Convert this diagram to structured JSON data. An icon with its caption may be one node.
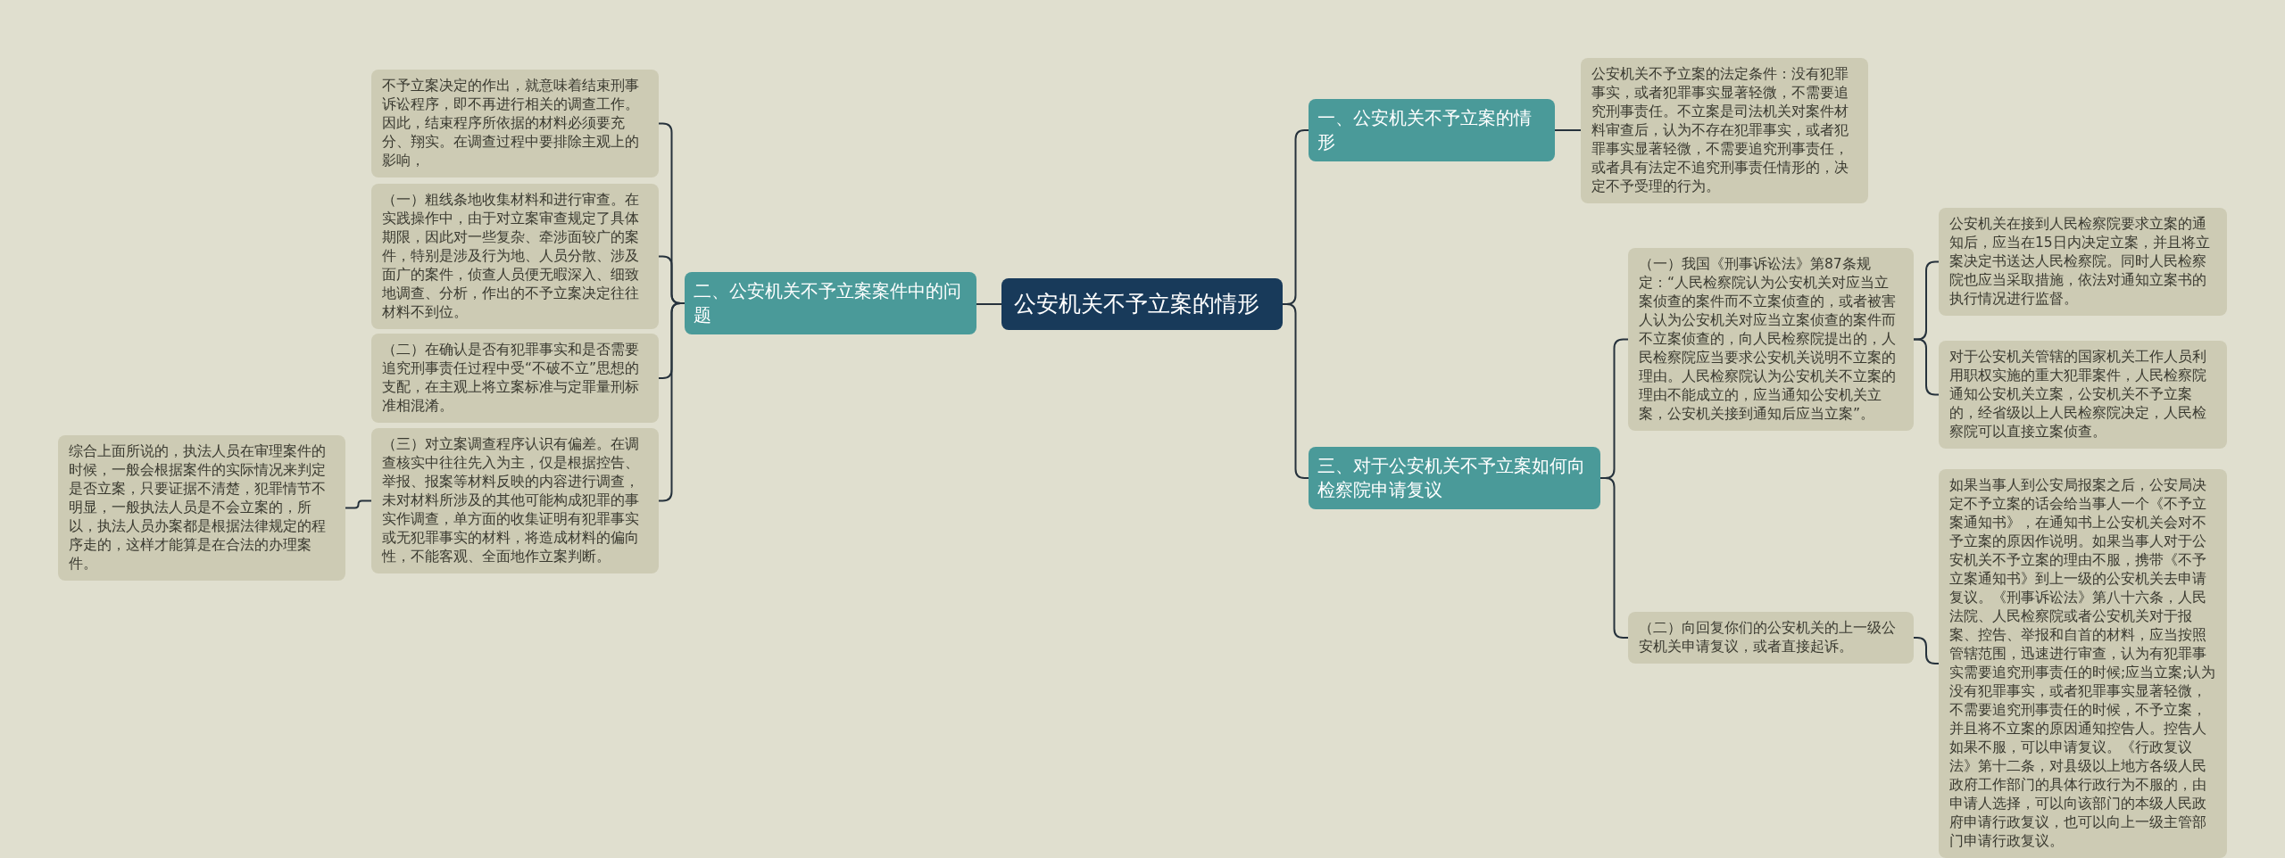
{
  "diagram": {
    "nodes": [
      {
        "text": [
          "公安机关不予立案的情形"
        ]
      },
      {
        "text": [
          "二、公安机关不予立案案件中的问题"
        ]
      },
      {
        "text": [
          "不予立案决定的作出，就意味着结束刑事诉讼程序，即不再进行相关的调查工作。因此，结束程序所依据的材料必须要充分、翔实。在调查过程中要排除主观上的影响，"
        ]
      },
      {
        "text": [
          "（一）粗线条地收集材料和进行审查。在实践操作中，由于对立案审查规定了具体期限，因此对一些复杂、牵涉面较广的案件，特别是涉及行为地、人员分散、涉及面广的案件，侦查人员便无暇深入、细致地调查、分析，作出的不予立案决定往往材料不到位。"
        ]
      },
      {
        "text": [
          "（二）在确认是否有犯罪事实和是否需要追究刑事责任过程中受“不破不立”思想的支配，在主观上将立案标准与定罪量刑标准相混淆。"
        ]
      },
      {
        "text": [
          "（三）对立案调查程序认识有偏差。在调查核实中往往先入为主，仅是根据控告、举报、报案等材料反映的内容进行调查，未对材料所涉及的其他可能构成犯罪的事实作调查，单方面的收集证明有犯罪事实或无犯罪事实的材料，将造成材料的偏向性，不能客观、全面地作立案判断。"
        ]
      },
      {
        "text": [
          "综合上面所说的，执法人员在审理案件的时候，一般会根据案件的实际情况来判定是否立案，只要证据不清楚，犯罪情节不明显，一般执法人员是不会立案的，所以，执法人员办案都是根据法律规定的程序走的，这样才能算是在合法的办理案件。"
        ]
      },
      {
        "text": [
          "一、公安机关不予立案的情形"
        ]
      },
      {
        "text": [
          "公安机关不予立案的法定条件：没有犯罪事实，或者犯罪事实显著轻微，不需要追究刑事责任。不立案是司法机关对案件材料审查后，认为不存在犯罪事实，或者犯罪事实显著轻微，不需要追究刑事责任，或者具有法定不追究刑事责任情形的，决定不予受理的行为。"
        ]
      },
      {
        "text": [
          "三、对于公安机关不予立案如何向检察院申请复议"
        ]
      },
      {
        "text": [
          "（一）我国《刑事诉讼法》第87条规定：“人民检察院认为公安机关对应当立案侦查的案件而不立案侦查的，或者被害人认为公安机关对应当立案侦查的案件而不立案侦查的，向人民检察院提出的，人民检察院应当要求公安机关说明不立案的理由。人民检察院认为公安机关不立案的理由不能成立的，应当通知公安机关立案，公安机关接到通知后应当立案”。"
        ]
      },
      {
        "text": [
          "公安机关在接到人民检察院要求立案的通知后，应当在15日内决定立案，并且将立案决定书送达人民检察院。同时人民检察院也应当采取措施，依法对通知立案书的执行情况进行监督。"
        ]
      },
      {
        "text": [
          "对于公安机关管辖的国家机关工作人员利用职权实施的重大犯罪案件，人民检察院通知公安机关立案，公安机关不予立案的，经省级以上人民检察院决定，人民检察院可以直接立案侦查。"
        ]
      },
      {
        "text": [
          "（二）向回复你们的公安机关的上一级公安机关申请复议，或者直接起诉。"
        ]
      },
      {
        "text": [
          "如果当事人到公安局报案之后，公安局决定不予立案的话会给当事人一个《不予立案通知书》，在通知书上公安机关会对不予立案的原因作说明。如果当事人对于公安机关不予立案的理由不服，携带《不予立案通知书》到上一级的公安机关去申请复议。《刑事诉讼法》第八十六条，人民法院、人民检察院或者公安机关对于报案、控告、举报和自首的材料，应当按照管辖范围，迅速进行审查，认为有犯罪事实需要追究刑事责任的时候;应当立案;认为没有犯罪事实，或者犯罪事实显著轻微，不需要追究刑事责任的时候，不予立案，并且将不立案的原因通知控告人。控告人如果不服，可以申请复议。《行政复议法》第十二条，对县级以上地方各级人民政府工作部门的具体行政行为不服的，由申请人选择，可以向该部门的本级人民政府申请行政复议，也可以向上一级主管部门申请行政复议。"
        ]
      }
    ],
    "edges": [
      {
        "from": 0,
        "to": 1,
        "arrow": "none"
      },
      {
        "from": 1,
        "to": 2,
        "arrow": "none"
      },
      {
        "from": 1,
        "to": 3,
        "arrow": "none"
      },
      {
        "from": 1,
        "to": 4,
        "arrow": "none"
      },
      {
        "from": 1,
        "to": 5,
        "arrow": "none"
      },
      {
        "from": 5,
        "to": 6,
        "arrow": "none"
      },
      {
        "from": 0,
        "to": 7,
        "arrow": "none"
      },
      {
        "from": 7,
        "to": 8,
        "arrow": "none"
      },
      {
        "from": 0,
        "to": 9,
        "arrow": "none"
      },
      {
        "from": 9,
        "to": 10,
        "arrow": "none"
      },
      {
        "from": 10,
        "to": 11,
        "arrow": "none"
      },
      {
        "from": 10,
        "to": 12,
        "arrow": "none"
      },
      {
        "from": 9,
        "to": 13,
        "arrow": "none"
      },
      {
        "from": 13,
        "to": 14,
        "arrow": "none"
      }
    ]
  }
}
